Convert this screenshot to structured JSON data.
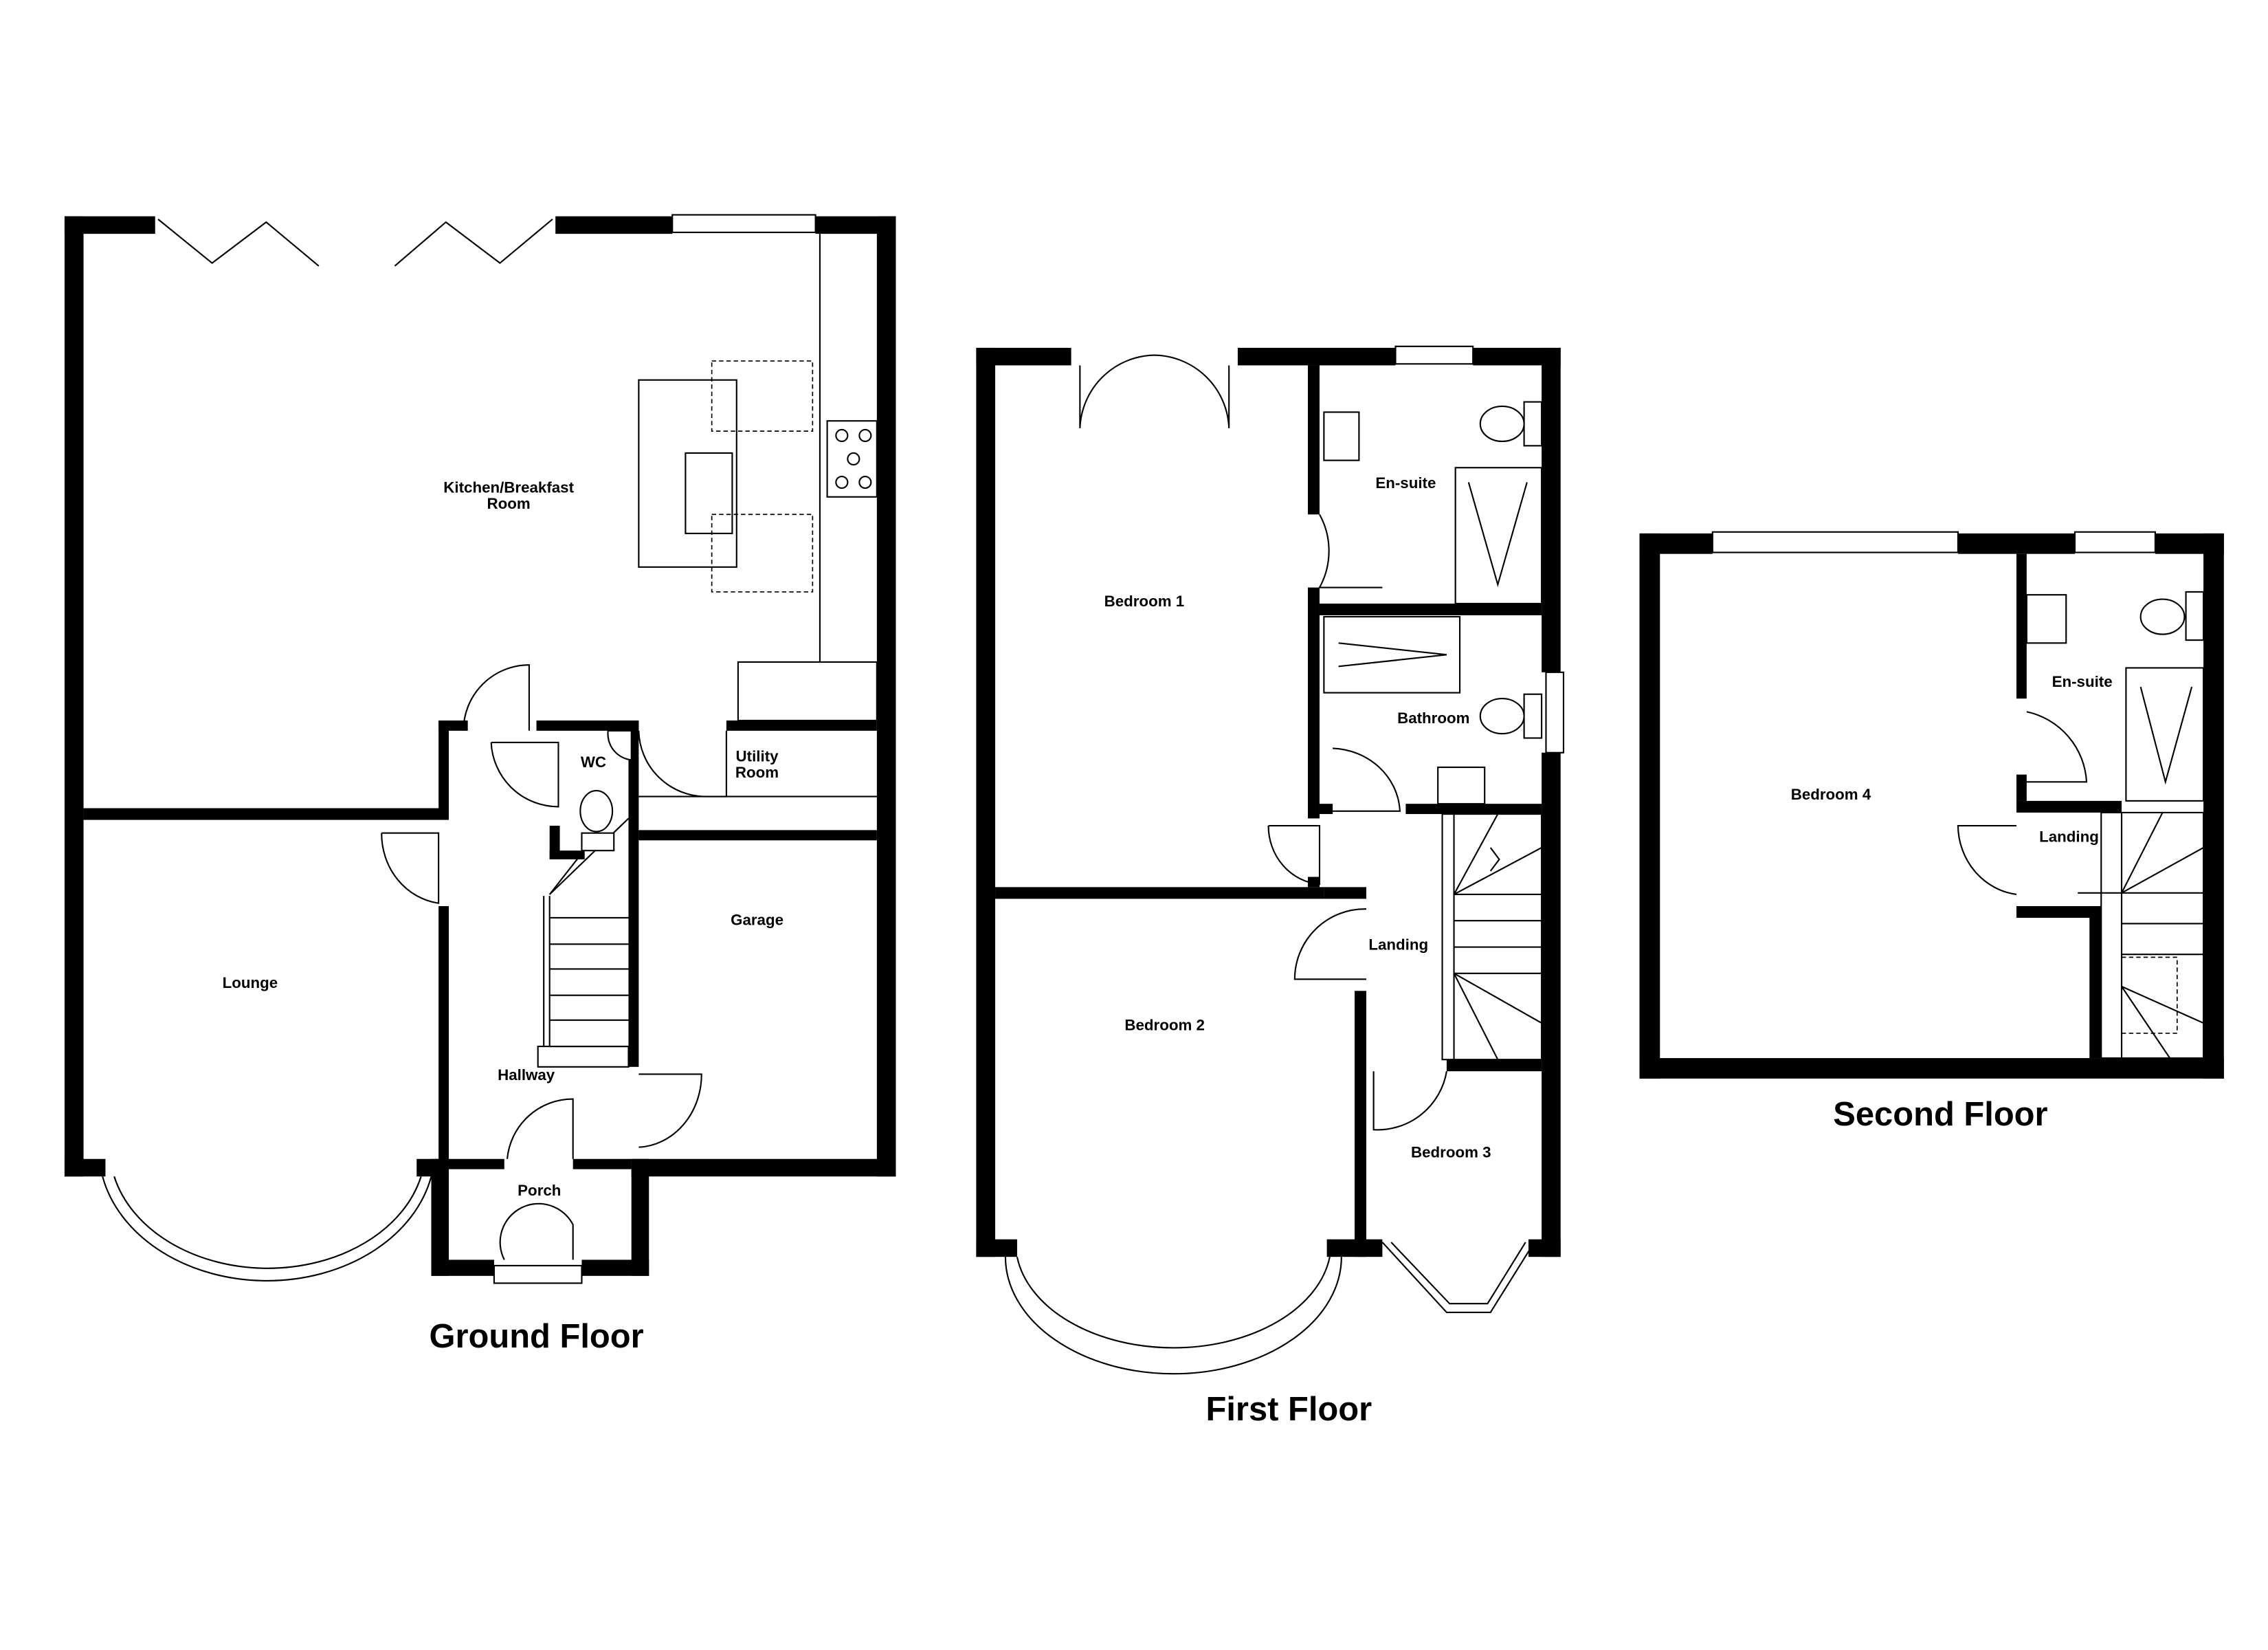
{
  "floors": {
    "ground": {
      "title": "Ground Floor",
      "rooms": {
        "kitchen_line1": "Kitchen/Breakfast",
        "kitchen_line2": "Room",
        "lounge": "Lounge",
        "wc": "WC",
        "utility_line1": "Utility",
        "utility_line2": "Room",
        "garage": "Garage",
        "hallway": "Hallway",
        "porch": "Porch"
      }
    },
    "first": {
      "title": "First Floor",
      "rooms": {
        "bedroom1": "Bedroom 1",
        "ensuite": "En-suite",
        "bathroom": "Bathroom",
        "landing": "Landing",
        "bedroom2": "Bedroom 2",
        "bedroom3": "Bedroom 3"
      }
    },
    "second": {
      "title": "Second Floor",
      "rooms": {
        "bedroom4": "Bedroom 4",
        "ensuite": "En-suite",
        "landing": "Landing"
      }
    }
  }
}
